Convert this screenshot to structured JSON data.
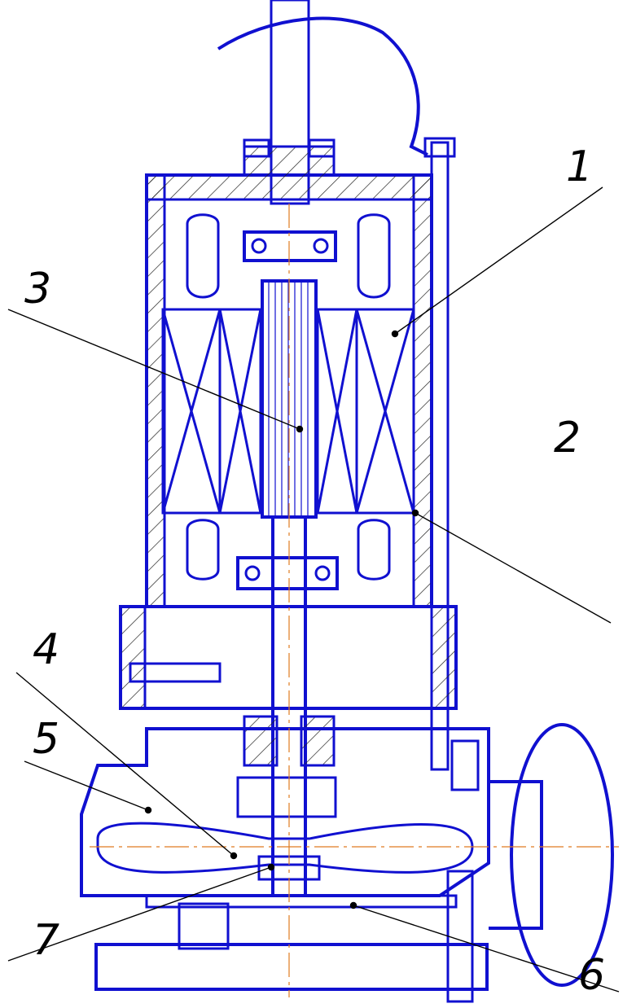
{
  "figure": {
    "callouts": [
      {
        "id": "1",
        "label": "1"
      },
      {
        "id": "2",
        "label": "2"
      },
      {
        "id": "3",
        "label": "3"
      },
      {
        "id": "4",
        "label": "4"
      },
      {
        "id": "5",
        "label": "5"
      },
      {
        "id": "6",
        "label": "6"
      },
      {
        "id": "7",
        "label": "7"
      }
    ]
  },
  "colors": {
    "outline": "#1010d0",
    "hatch": "#1a1a1a",
    "centerline": "#e07b20",
    "leader": "#000000",
    "background": "#ffffff"
  }
}
